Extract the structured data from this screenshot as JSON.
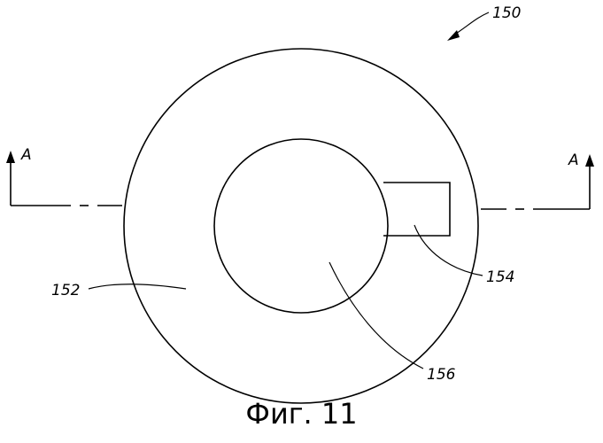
{
  "figure": {
    "caption": "Фиг. 11",
    "labels": {
      "assembly": "150",
      "outer_ring": "152",
      "notch": "154",
      "inner_circle": "156",
      "section_left": "A",
      "section_right": "A"
    }
  }
}
